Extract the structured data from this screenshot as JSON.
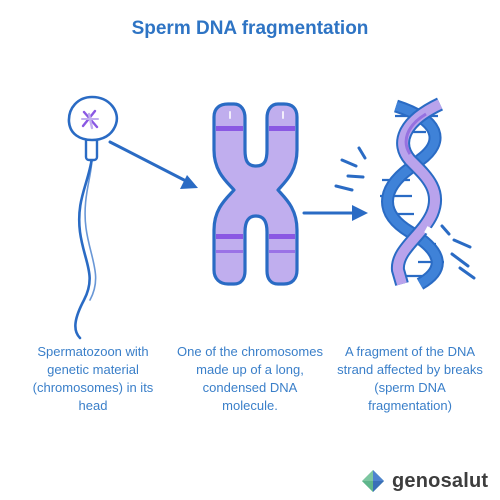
{
  "title": "Sperm DNA fragmentation",
  "captions": {
    "sperm": "Spermatozoon with genetic material (chromosomes) in its head",
    "chromosome": "One of the chromosomes made up of a long, condensed DNA molecule.",
    "dna": "A fragment of the DNA strand affected by breaks (sperm DNA fragmentation)"
  },
  "brand": {
    "name": "genosalut"
  },
  "colors": {
    "outline": "#2a6bc4",
    "chromosome_fill": "#c0aeee",
    "band": "#8a58e3",
    "dna_lilac": "#b9a3ec",
    "dna_lilac_dark": "#9671e0",
    "dna_blue": "#3f82d8",
    "text": "#3a7fc9",
    "title": "#2e74c4",
    "brand_text": "#3d3d3d",
    "logo_green": "#7cc6a0",
    "logo_blue": "#4f83cf"
  }
}
